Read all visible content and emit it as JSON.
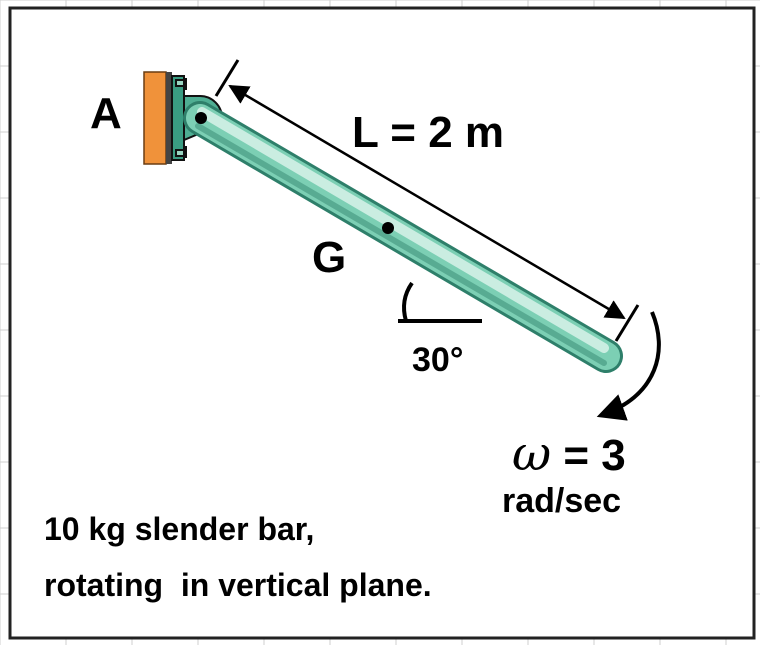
{
  "labels": {
    "pivot": "A",
    "length": "L = 2 m",
    "center": "G",
    "angle": "30°",
    "omega_symbol": "ω",
    "omega_value": " = 3",
    "omega_unit": "rad/sec",
    "description_line1": "10 kg slender bar,",
    "description_line2": "rotating  in vertical plane."
  },
  "colors": {
    "wall": "#f0923a",
    "bar_fill": "#7ccfb4",
    "bar_stroke": "#2e7f6a",
    "frame": "#222222",
    "grid": "#c9c9c9"
  },
  "angle_deg": 30
}
